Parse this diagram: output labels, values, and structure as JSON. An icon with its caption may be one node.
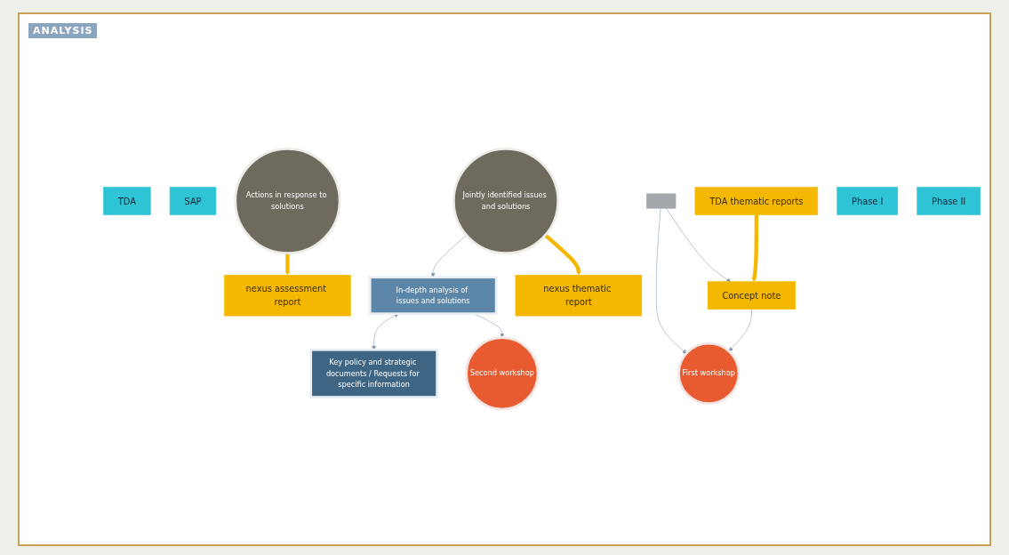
{
  "diagram": {
    "nodes": [
      {
        "text": [
          "TDA"
        ]
      },
      {
        "text": [
          "SAP"
        ]
      },
      {
        "text": [
          "TDA thematic reports"
        ]
      },
      {
        "text": [
          "nexus thematic report"
        ]
      },
      {
        "text": [
          "nexus assessment report"
        ]
      },
      {
        "text": [
          "Concept note"
        ]
      },
      {
        "text": [
          "In-depth analysis of issues and solutions"
        ]
      },
      {
        "text": [
          "First workshop"
        ]
      },
      {
        "text": [
          "Jointly identified issues and solutions"
        ]
      },
      {
        "text": [
          "Second workshop"
        ]
      },
      {
        "text": [
          "Actions in response to solutions"
        ]
      },
      {
        "text": [],
        "shape": "box"
      },
      {
        "text": [
          "Key policy and strategic documents / Requests for specific information"
        ]
      },
      {
        "text": [
          "Phase I"
        ]
      },
      {
        "text": [
          "Phase II"
        ]
      }
    ],
    "edges": [
      {
        "from": 2,
        "to": 5,
        "arrow": "to",
        "style": "thick",
        "color": "#f5b800"
      },
      {
        "from": 8,
        "to": 3,
        "arrow": "to",
        "style": "thick",
        "color": "#f5b800"
      },
      {
        "from": 10,
        "to": 4,
        "arrow": "to",
        "style": "thick",
        "color": "#f5b800"
      },
      {
        "from": 11,
        "to": 5,
        "arrow": "to"
      },
      {
        "from": 5,
        "to": 7,
        "arrow": "to"
      },
      {
        "from": 11,
        "to": 7,
        "arrow": "to"
      },
      {
        "from": 8,
        "to": 6,
        "arrow": "to"
      },
      {
        "from": 6,
        "to": 9,
        "arrow": "to"
      },
      {
        "from": 6,
        "to": 12,
        "arrow": "both"
      }
    ],
    "labels": [
      "ANALYSIS"
    ]
  }
}
